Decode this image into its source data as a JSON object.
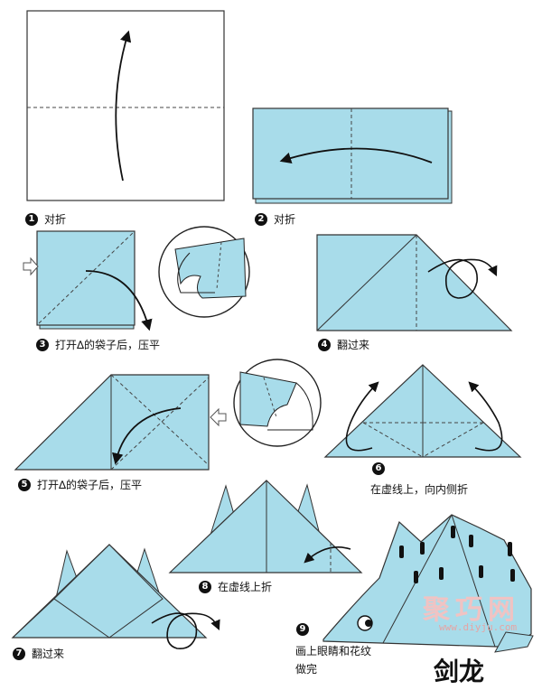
{
  "steps": [
    {
      "num": "1",
      "text": "对折"
    },
    {
      "num": "2",
      "text": "对折"
    },
    {
      "num": "3",
      "text": "打开∆的袋子后，压平"
    },
    {
      "num": "4",
      "text": "翻过来"
    },
    {
      "num": "5",
      "text": "打开∆的袋子后，压平"
    },
    {
      "num": "6",
      "text": "在虚线上，向内侧折"
    },
    {
      "num": "7",
      "text": "翻过来"
    },
    {
      "num": "8",
      "text": "在虚线上折"
    },
    {
      "num": "9",
      "text_line1": "画上眼睛和花纹",
      "text_line2": "做完"
    }
  ],
  "title": "剑龙",
  "watermark": {
    "text": "聚巧网",
    "url": "www.diyju.com"
  },
  "colors": {
    "paper": "#a8dcea",
    "line": "#222222"
  }
}
